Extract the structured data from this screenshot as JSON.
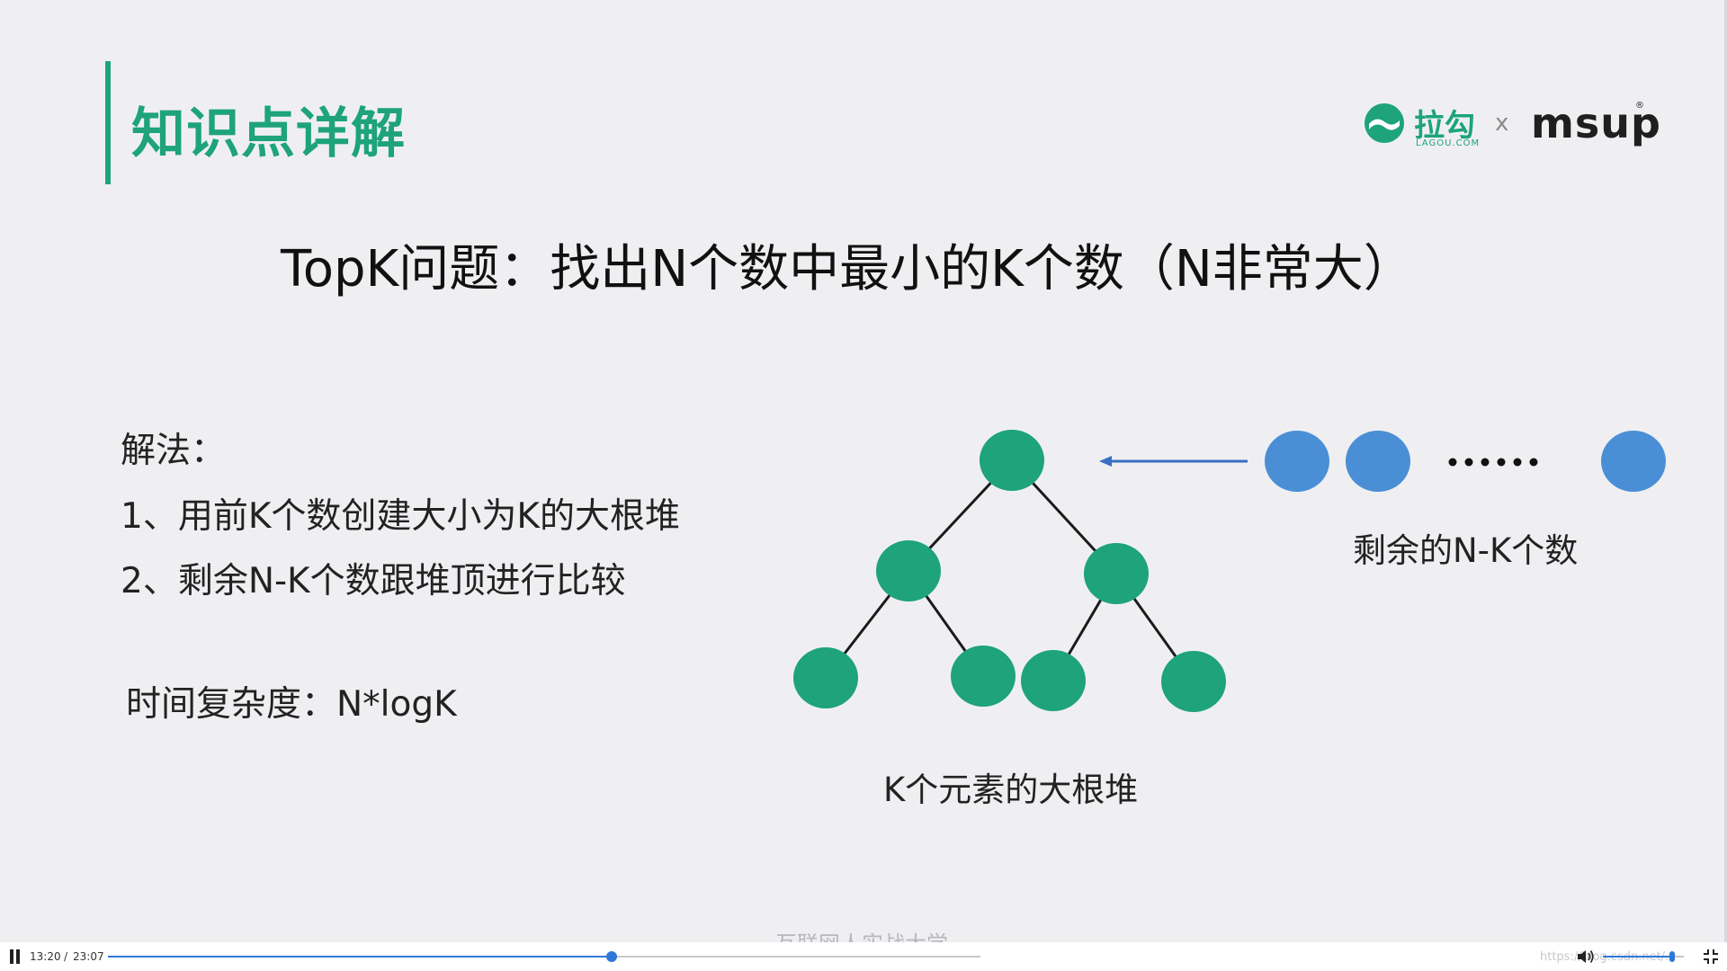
{
  "slide": {
    "section_title": "知识点详解",
    "logo": {
      "brand_cn": "拉勾",
      "brand_sub": "LAGOU.COM",
      "separator": "x",
      "partner": "msup",
      "registered_mark": "®"
    },
    "headline": "TopK问题：找出N个数中最小的K个数（N非常大）",
    "method": {
      "title": "解法：",
      "steps": [
        "1、用前K个数创建大小为K的大根堆",
        "2、剩余N-K个数跟堆顶进行比较"
      ]
    },
    "complexity": "时间复杂度：N*logK",
    "diagram": {
      "heap_label": "K个元素的大根堆",
      "remaining_label": "剩余的N-K个数",
      "heap_color": "#1ea37b",
      "remaining_color": "#4a8fd6",
      "arrow_color": "#3a6fc4",
      "edge_color": "#1a1a1a"
    },
    "watermark": "互联网人实战大学"
  },
  "player": {
    "time_current": "13:20",
    "time_separator": "/",
    "time_total": "23:07",
    "progress_fraction": 0.577,
    "volume_fraction": 0.86,
    "url_watermark": "https://blog.csdn.net/..."
  },
  "colors": {
    "accent_green": "#1ea37b",
    "player_blue": "#2f78d8",
    "background": "#efeff2"
  },
  "icons": {
    "play_state": "pause-icon",
    "volume": "speaker-icon",
    "fullscreen": "exit-fullscreen-icon",
    "logo_mark": "lagou-logo-icon"
  }
}
